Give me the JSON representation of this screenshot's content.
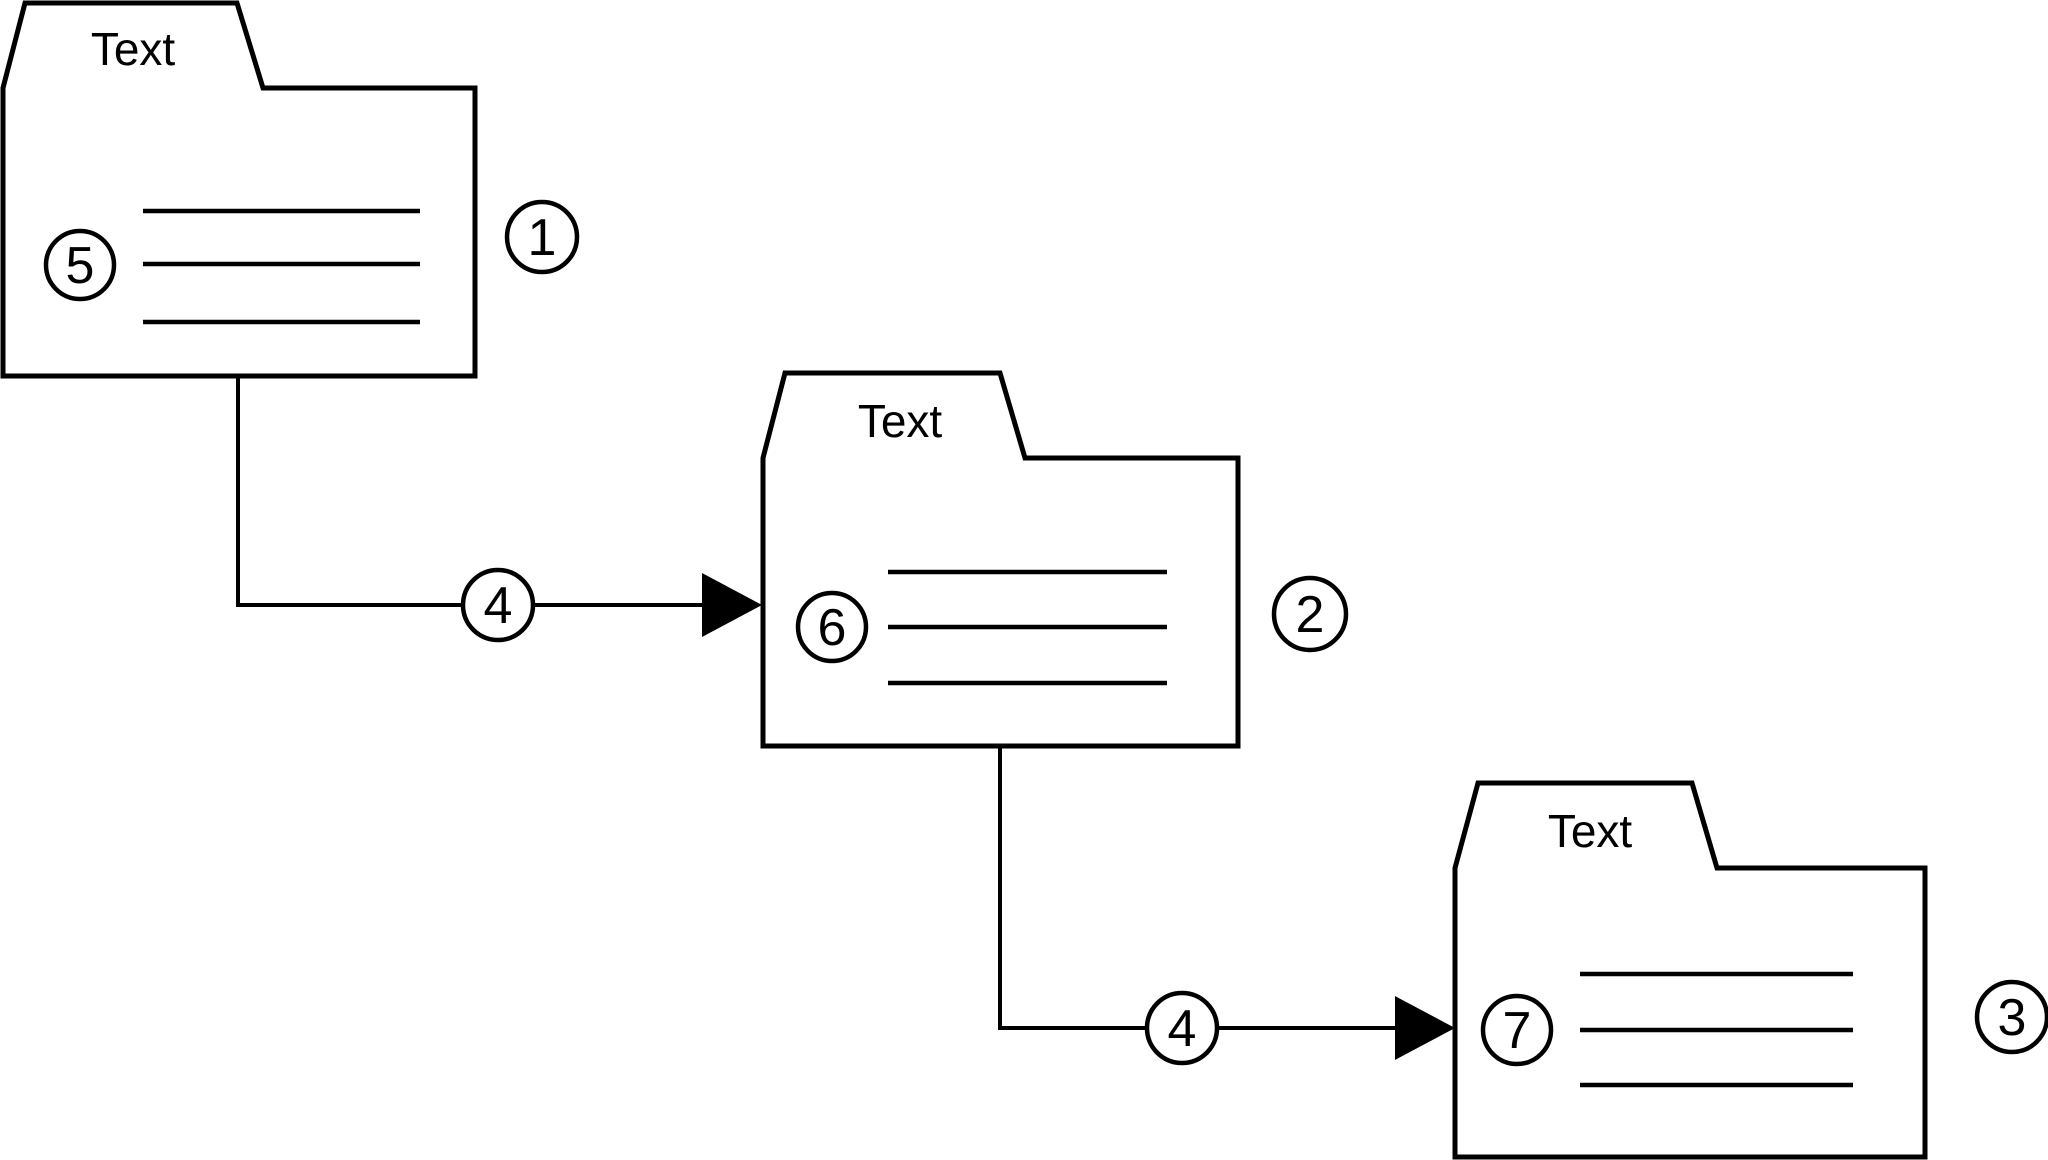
{
  "diagram": {
    "background_color": "#ffffff",
    "line_color": "#000000",
    "folders": [
      {
        "tab_label": "Text",
        "content_marker": "5",
        "ref_badge": "1",
        "content_line_count": 3
      },
      {
        "tab_label": "Text",
        "content_marker": "6",
        "ref_badge": "2",
        "content_line_count": 3
      },
      {
        "tab_label": "Text",
        "content_marker": "7",
        "ref_badge": "3",
        "content_line_count": 3
      }
    ],
    "connectors": [
      {
        "from_folder": "1",
        "to_folder": "2",
        "label": "4",
        "arrow_direction": "right"
      },
      {
        "from_folder": "2",
        "to_folder": "3",
        "label": "4",
        "arrow_direction": "right"
      }
    ]
  }
}
